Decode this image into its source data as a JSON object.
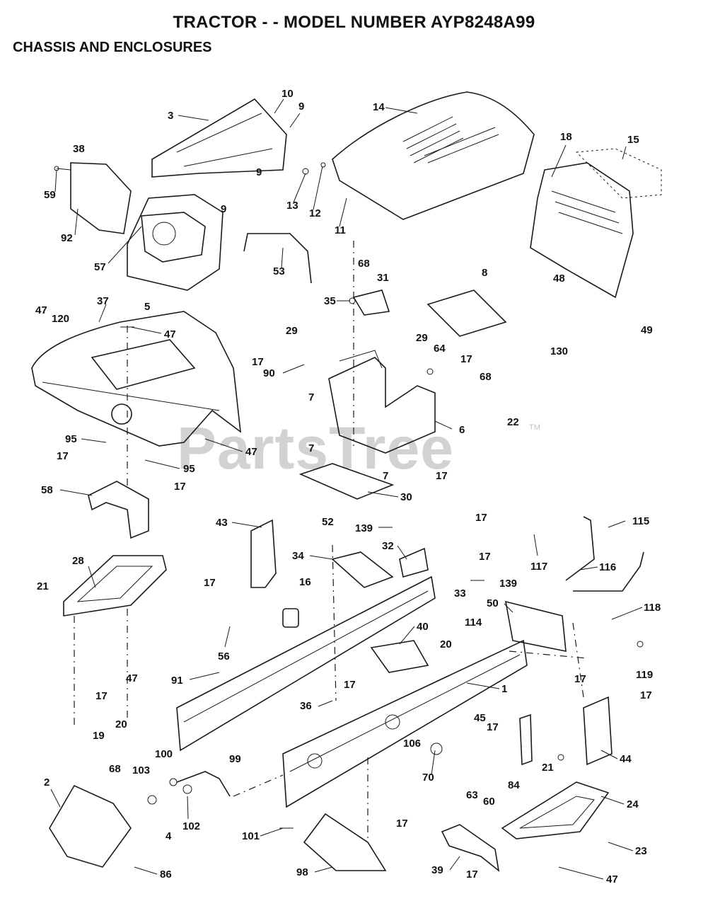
{
  "header": {
    "title": "TRACTOR - - MODEL NUMBER AYP8248A99",
    "subtitle": "CHASSIS AND ENCLOSURES"
  },
  "watermark": {
    "text": "PartsTree",
    "tm": "TM"
  },
  "callouts": [
    {
      "id": "c-10",
      "label": "10"
    },
    {
      "id": "c-9a",
      "label": "9"
    },
    {
      "id": "c-3",
      "label": "3"
    },
    {
      "id": "c-9b",
      "label": "9"
    },
    {
      "id": "c-9c",
      "label": "9"
    },
    {
      "id": "c-38",
      "label": "38"
    },
    {
      "id": "c-59",
      "label": "59"
    },
    {
      "id": "c-92",
      "label": "92"
    },
    {
      "id": "c-57",
      "label": "57"
    },
    {
      "id": "c-5",
      "label": "5"
    },
    {
      "id": "c-14",
      "label": "14"
    },
    {
      "id": "c-13",
      "label": "13"
    },
    {
      "id": "c-12",
      "label": "12"
    },
    {
      "id": "c-11",
      "label": "11"
    },
    {
      "id": "c-18",
      "label": "18"
    },
    {
      "id": "c-15",
      "label": "15"
    },
    {
      "id": "c-53",
      "label": "53"
    },
    {
      "id": "c-68a",
      "label": "68"
    },
    {
      "id": "c-35",
      "label": "35"
    },
    {
      "id": "c-31",
      "label": "31"
    },
    {
      "id": "c-8",
      "label": "8"
    },
    {
      "id": "c-48",
      "label": "48"
    },
    {
      "id": "c-130",
      "label": "130"
    },
    {
      "id": "c-49",
      "label": "49"
    },
    {
      "id": "c-47a",
      "label": "47"
    },
    {
      "id": "c-120",
      "label": "120"
    },
    {
      "id": "c-37",
      "label": "37"
    },
    {
      "id": "c-47b",
      "label": "47"
    },
    {
      "id": "c-29a",
      "label": "29"
    },
    {
      "id": "c-17a",
      "label": "17"
    },
    {
      "id": "c-90",
      "label": "90"
    },
    {
      "id": "c-29b",
      "label": "29"
    },
    {
      "id": "c-64",
      "label": "64"
    },
    {
      "id": "c-17b",
      "label": "17"
    },
    {
      "id": "c-68b",
      "label": "68"
    },
    {
      "id": "c-7a",
      "label": "7"
    },
    {
      "id": "c-6",
      "label": "6"
    },
    {
      "id": "c-22",
      "label": "22"
    },
    {
      "id": "c-95a",
      "label": "95"
    },
    {
      "id": "c-17c",
      "label": "17"
    },
    {
      "id": "c-47c",
      "label": "47"
    },
    {
      "id": "c-7b",
      "label": "7"
    },
    {
      "id": "c-95b",
      "label": "95"
    },
    {
      "id": "c-17d",
      "label": "17"
    },
    {
      "id": "c-7c",
      "label": "7"
    },
    {
      "id": "c-17e",
      "label": "17"
    },
    {
      "id": "c-58",
      "label": "58"
    },
    {
      "id": "c-30",
      "label": "30"
    },
    {
      "id": "c-43",
      "label": "43"
    },
    {
      "id": "c-52",
      "label": "52"
    },
    {
      "id": "c-139a",
      "label": "139"
    },
    {
      "id": "c-17f",
      "label": "17"
    },
    {
      "id": "c-115",
      "label": "115"
    },
    {
      "id": "c-32",
      "label": "32"
    },
    {
      "id": "c-34",
      "label": "34"
    },
    {
      "id": "c-17g",
      "label": "17"
    },
    {
      "id": "c-117",
      "label": "117"
    },
    {
      "id": "c-116",
      "label": "116"
    },
    {
      "id": "c-28",
      "label": "28"
    },
    {
      "id": "c-33",
      "label": "33"
    },
    {
      "id": "c-139b",
      "label": "139"
    },
    {
      "id": "c-21a",
      "label": "21"
    },
    {
      "id": "c-17h",
      "label": "17"
    },
    {
      "id": "c-16",
      "label": "16"
    },
    {
      "id": "c-50",
      "label": "50"
    },
    {
      "id": "c-118",
      "label": "118"
    },
    {
      "id": "c-114",
      "label": "114"
    },
    {
      "id": "c-40",
      "label": "40"
    },
    {
      "id": "c-56",
      "label": "56"
    },
    {
      "id": "c-20a",
      "label": "20"
    },
    {
      "id": "c-47d",
      "label": "47"
    },
    {
      "id": "c-91",
      "label": "91"
    },
    {
      "id": "c-17i",
      "label": "17"
    },
    {
      "id": "c-17j",
      "label": "17"
    },
    {
      "id": "c-119",
      "label": "119"
    },
    {
      "id": "c-17k",
      "label": "17"
    },
    {
      "id": "c-1",
      "label": "1"
    },
    {
      "id": "c-17l",
      "label": "17"
    },
    {
      "id": "c-36",
      "label": "36"
    },
    {
      "id": "c-45",
      "label": "45"
    },
    {
      "id": "c-17m",
      "label": "17"
    },
    {
      "id": "c-20b",
      "label": "20"
    },
    {
      "id": "c-19",
      "label": "19"
    },
    {
      "id": "c-100",
      "label": "100"
    },
    {
      "id": "c-99",
      "label": "99"
    },
    {
      "id": "c-106",
      "label": "106"
    },
    {
      "id": "c-70",
      "label": "70"
    },
    {
      "id": "c-84",
      "label": "84"
    },
    {
      "id": "c-21b",
      "label": "21"
    },
    {
      "id": "c-44",
      "label": "44"
    },
    {
      "id": "c-2",
      "label": "2"
    },
    {
      "id": "c-68c",
      "label": "68"
    },
    {
      "id": "c-103",
      "label": "103"
    },
    {
      "id": "c-63",
      "label": "63"
    },
    {
      "id": "c-60",
      "label": "60"
    },
    {
      "id": "c-24",
      "label": "24"
    },
    {
      "id": "c-102",
      "label": "102"
    },
    {
      "id": "c-4",
      "label": "4"
    },
    {
      "id": "c-17n",
      "label": "17"
    },
    {
      "id": "c-101",
      "label": "101"
    },
    {
      "id": "c-23",
      "label": "23"
    },
    {
      "id": "c-86",
      "label": "86"
    },
    {
      "id": "c-98",
      "label": "98"
    },
    {
      "id": "c-39",
      "label": "39"
    },
    {
      "id": "c-17o",
      "label": "17"
    },
    {
      "id": "c-47e",
      "label": "47"
    }
  ]
}
